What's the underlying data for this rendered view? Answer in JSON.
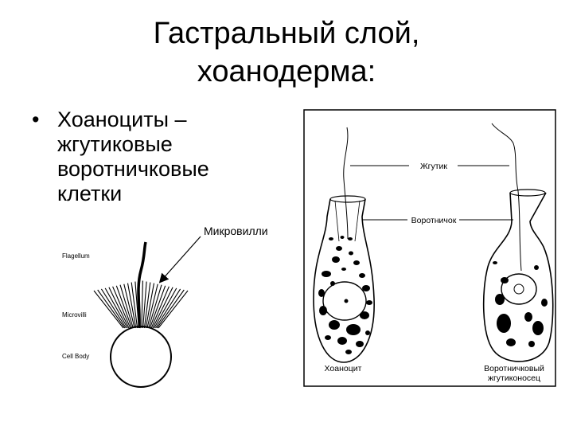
{
  "title": {
    "line1": "Гастральный слой,",
    "line2": "хоанодерма:"
  },
  "bullet": {
    "marker": "•",
    "lines": [
      "Хоаноциты –",
      "жгутиковые",
      "воротничковые",
      "клетки"
    ]
  },
  "left_figure": {
    "callout": "Микровилли",
    "labels": {
      "flagellum": "Flagellum",
      "microvilli": "Microvilli",
      "cell_body": "Cell Body"
    }
  },
  "right_figure": {
    "labels": {
      "flagellum": "Жгутик",
      "collar": "Воротничок",
      "choanocyte": "Хоаноцит",
      "collar_cell_line1": "Воротничковый",
      "collar_cell_line2": "жгутиконосец"
    }
  }
}
